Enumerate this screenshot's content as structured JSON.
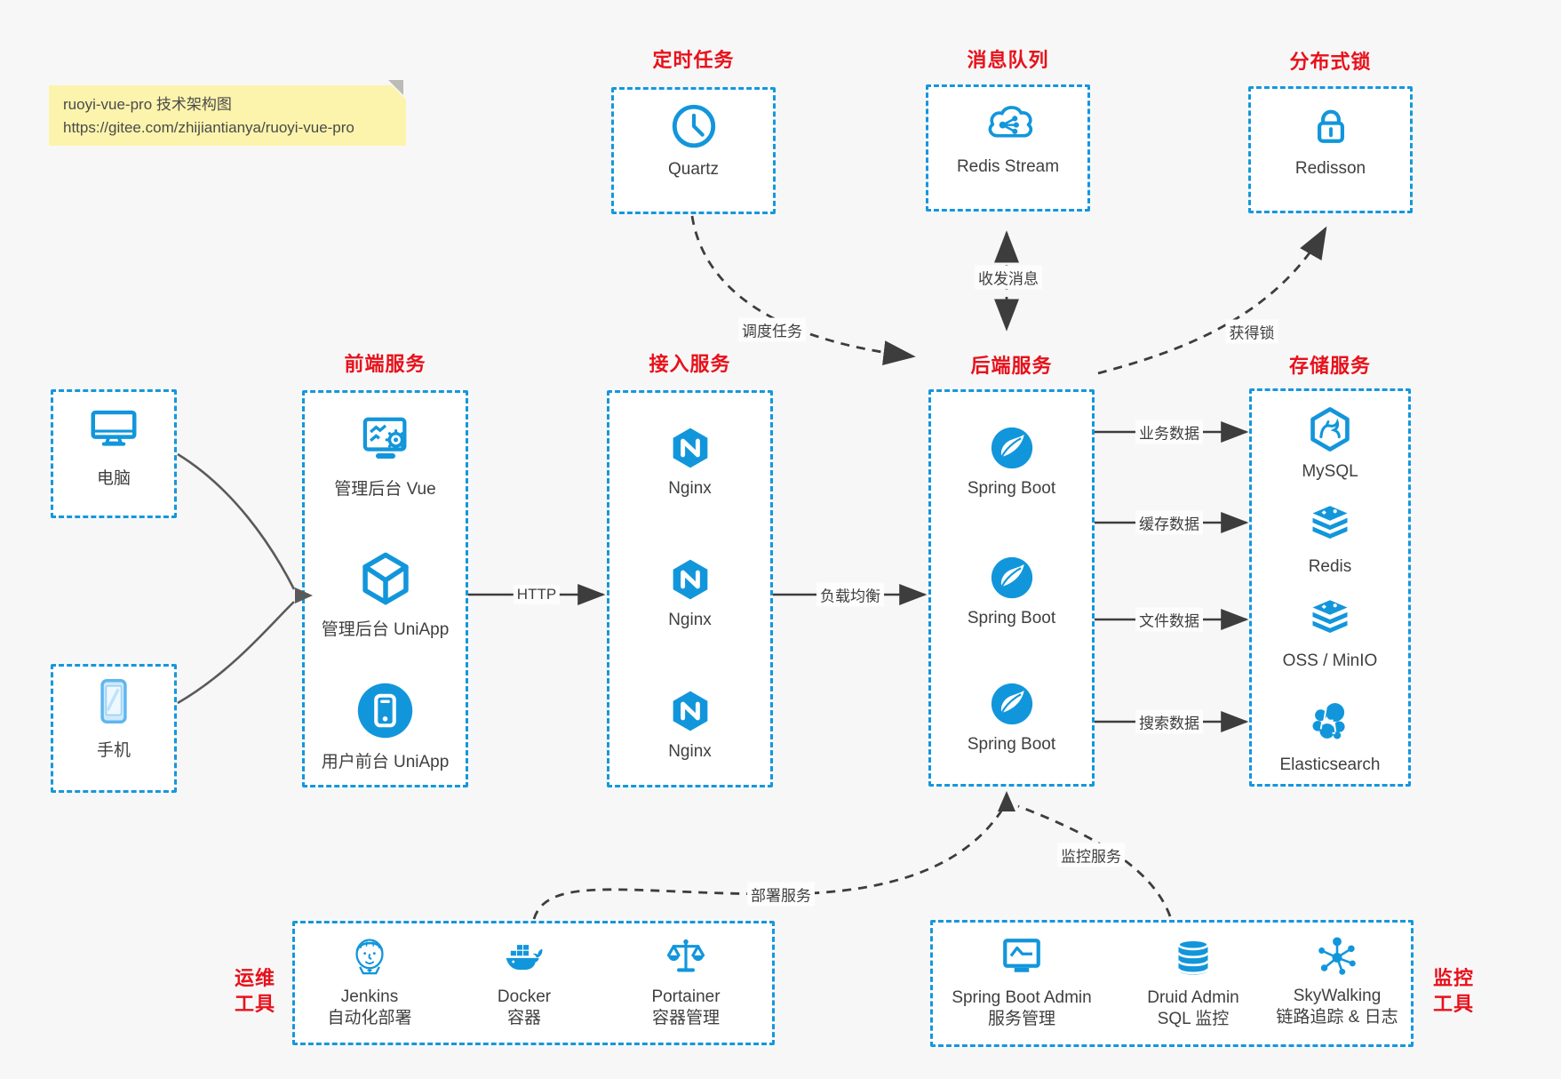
{
  "note": {
    "title": "ruoyi-vue-pro 技术架构图",
    "url": "https://gitee.com/zhijiantianya/ruoyi-vue-pro"
  },
  "top": {
    "scheduler": {
      "title": "定时任务",
      "item": "Quartz"
    },
    "mq": {
      "title": "消息队列",
      "item": "Redis Stream"
    },
    "lock": {
      "title": "分布式锁",
      "item": "Redisson"
    }
  },
  "clients": {
    "pc": "电脑",
    "mobile": "手机"
  },
  "cols": {
    "frontend": {
      "title": "前端服务",
      "items": {
        "vue": "管理后台 Vue",
        "uniapp_admin": "管理后台 UniApp",
        "uniapp_user": "用户前台 UniApp"
      }
    },
    "gateway": {
      "title": "接入服务",
      "items": {
        "n1": "Nginx",
        "n2": "Nginx",
        "n3": "Nginx"
      }
    },
    "backend": {
      "title": "后端服务",
      "items": {
        "s1": "Spring Boot",
        "s2": "Spring Boot",
        "s3": "Spring Boot"
      }
    },
    "storage": {
      "title": "存储服务",
      "items": {
        "mysql": "MySQL",
        "redis": "Redis",
        "oss": "OSS / MinIO",
        "es": "Elasticsearch"
      }
    }
  },
  "ops": {
    "t1": "运维",
    "t2": "工具",
    "items": {
      "jenkins": {
        "name": "Jenkins",
        "desc": "自动化部署"
      },
      "docker": {
        "name": "Docker",
        "desc": "容器"
      },
      "portainer": {
        "name": "Portainer",
        "desc": "容器管理"
      }
    }
  },
  "mon": {
    "t1": "监控",
    "t2": "工具",
    "items": {
      "sba": {
        "name": "Spring Boot Admin",
        "desc": "服务管理"
      },
      "druid": {
        "name": "Druid Admin",
        "desc": "SQL 监控"
      },
      "skywalking": {
        "name": "SkyWalking",
        "desc": "链路追踪 & 日志"
      }
    }
  },
  "edges": {
    "http": "HTTP",
    "lb": "负载均衡",
    "biz": "业务数据",
    "cache": "缓存数据",
    "file": "文件数据",
    "search": "搜索数据",
    "schedule": "调度任务",
    "message": "收发消息",
    "lock": "获得锁",
    "deploy": "部署服务",
    "monitor": "监控服务"
  },
  "colors": {
    "accent": "#1296db",
    "title_red": "#e8111a",
    "arrow_dark": "#3d3d3d",
    "arrow_gray": "#5a5a5a",
    "note_bg": "#fcf4ac",
    "page_bg": "#f7f7f8"
  }
}
